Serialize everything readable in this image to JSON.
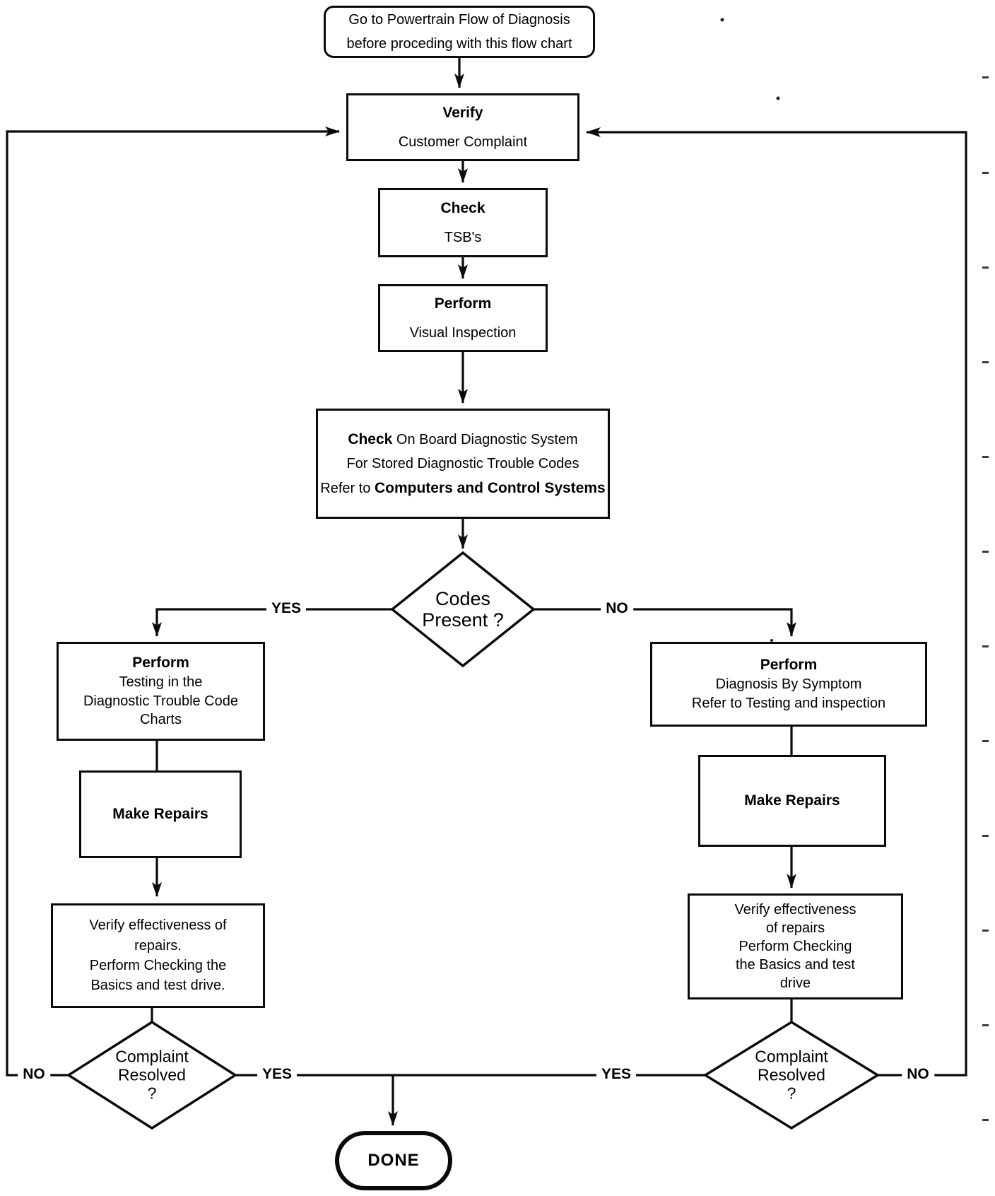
{
  "title": "Powertrain diagnosis flow chart",
  "nodes": {
    "start": {
      "line1": "Go to Powertrain Flow of Diagnosis",
      "line2": "before proceding with this flow chart"
    },
    "verify": {
      "title": "Verify",
      "line": "Customer Complaint"
    },
    "check_tsb": {
      "title": "Check",
      "line": "TSB's"
    },
    "visual": {
      "title": "Perform",
      "line": "Visual Inspection"
    },
    "obd": {
      "line1_bold": "Check",
      "line1_rest": " On Board Diagnostic System",
      "line2": "For Stored Diagnostic Trouble Codes",
      "line3_pre": "Refer to ",
      "line3_bold": "Computers and Control Systems"
    },
    "codes_present": {
      "line1": "Codes",
      "line2": "Present ?"
    },
    "dtc_charts": {
      "title": "Perform",
      "line2": "Testing in the",
      "line3": "Diagnostic Trouble Code",
      "line4": "Charts"
    },
    "diag_symptom": {
      "title": "Perform",
      "line2": "Diagnosis By Symptom",
      "line3": "Refer to Testing and inspection"
    },
    "make_repairs_left": {
      "title": "Make Repairs"
    },
    "make_repairs_right": {
      "title": "Make Repairs"
    },
    "verify_left": {
      "line1": "Verify effectiveness of",
      "line2": "repairs.",
      "line3": "Perform Checking the",
      "line4": "Basics and test drive."
    },
    "verify_right": {
      "line1": "Verify effectiveness",
      "line2": "of repairs",
      "line3": "Perform Checking",
      "line4": "the Basics and test",
      "line5": "drive"
    },
    "resolved_left": {
      "line1": "Complaint",
      "line2": "Resolved",
      "line3": "?"
    },
    "resolved_right": {
      "line1": "Complaint",
      "line2": "Resolved",
      "line3": "?"
    },
    "done": {
      "label": "DONE"
    }
  },
  "branch_labels": {
    "codes_yes": "YES",
    "codes_no": "NO",
    "left_no": "NO",
    "left_yes": "YES",
    "right_yes": "YES",
    "right_no": "NO"
  },
  "colors": {
    "line": "#0a0a0a",
    "background": "#ffffff"
  }
}
